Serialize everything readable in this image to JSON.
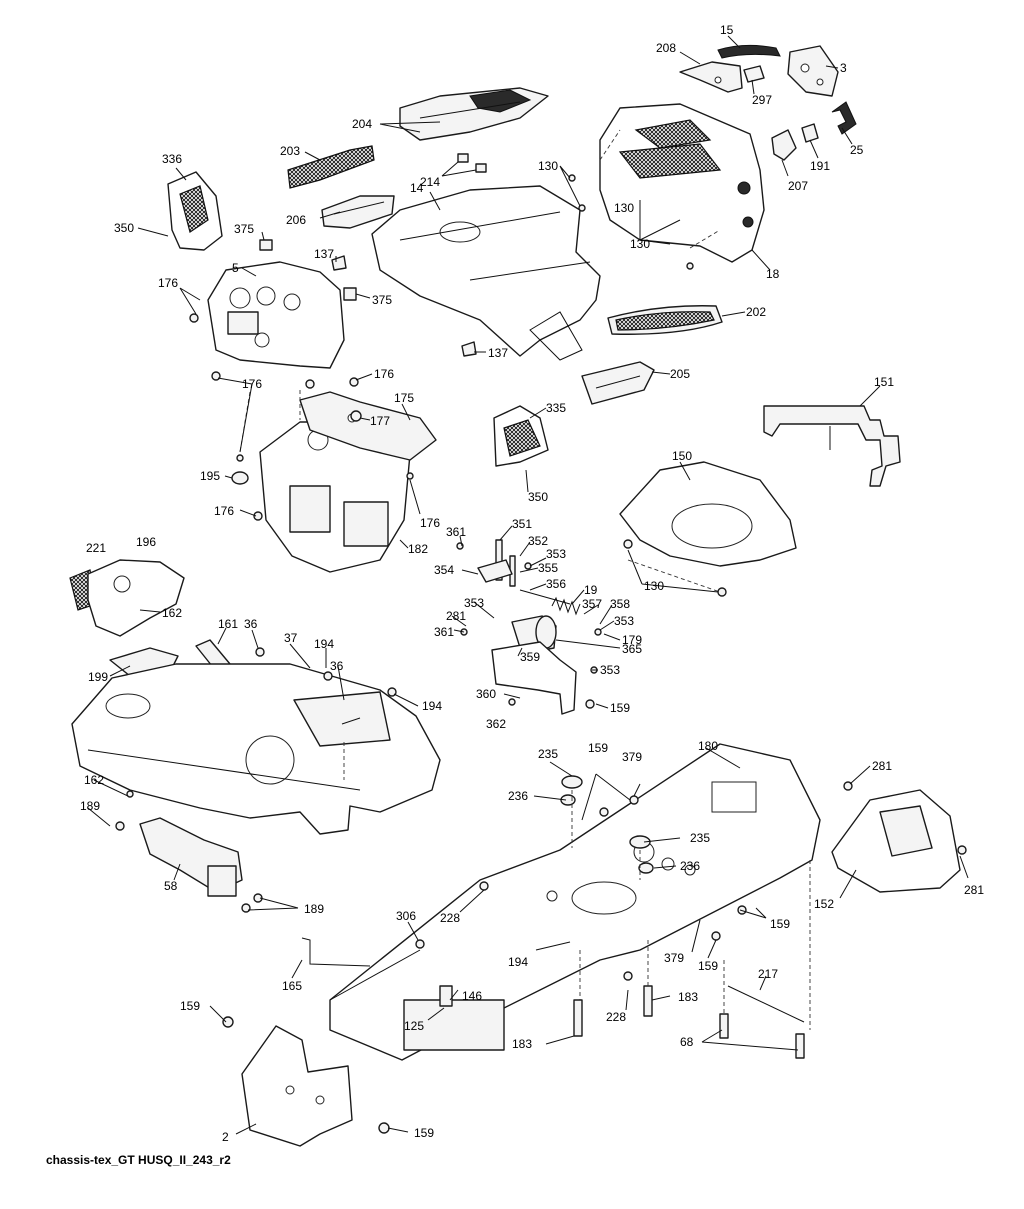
{
  "caption": "chassis-tex_GT HUSQ_II_243_r2",
  "labels": {
    "l15": "15",
    "l208": "208",
    "l3": "3",
    "l297": "297",
    "l204": "204",
    "l25": "25",
    "l336": "336",
    "l203": "203",
    "l130a": "130",
    "l191": "191",
    "l207": "207",
    "l214": "214",
    "l14": "14",
    "l130b": "130",
    "l206": "206",
    "l350a": "350",
    "l375a": "375",
    "l130c": "130",
    "l18": "18",
    "l137a": "137",
    "l5": "5",
    "l176a": "176",
    "l375b": "375",
    "l202": "202",
    "l137b": "137",
    "l205": "205",
    "l176b": "176",
    "l176c": "176",
    "l151": "151",
    "l175": "175",
    "l177": "177",
    "l335": "335",
    "l195": "195",
    "l150": "150",
    "l350b": "350",
    "l176d": "176",
    "l176e": "176",
    "l182": "182",
    "l361a": "361",
    "l351": "351",
    "l221": "221",
    "l196": "196",
    "l352": "352",
    "l353a": "353",
    "l354": "354",
    "l355": "355",
    "l130d": "130",
    "l356": "356",
    "l19": "19",
    "l162a": "162",
    "l353b": "353",
    "l357": "357",
    "l358": "358",
    "l281a": "281",
    "l353c": "353",
    "l161": "161",
    "l36a": "36",
    "l37": "37",
    "l361b": "361",
    "l179": "179",
    "l194a": "194",
    "l359": "359",
    "l365": "365",
    "l199": "199",
    "l36b": "36",
    "l353d": "353",
    "l194b": "194",
    "l360": "360",
    "l159a": "159",
    "l362": "362",
    "l235a": "235",
    "l180": "180",
    "l159b": "159",
    "l379a": "379",
    "l281b": "281",
    "l162b": "162",
    "l236a": "236",
    "l235b": "235",
    "l189a": "189",
    "l236b": "236",
    "l152": "152",
    "l281c": "281",
    "l58": "58",
    "l189b": "189",
    "l228a": "228",
    "l306": "306",
    "l159c": "159",
    "l194c": "194",
    "l379b": "379",
    "l159d": "159",
    "l165": "165",
    "l217": "217",
    "l146": "146",
    "l183a": "183",
    "l228b": "228",
    "l159e": "159",
    "l125": "125",
    "l183b": "183",
    "l68": "68",
    "l2": "2",
    "l159f": "159"
  }
}
